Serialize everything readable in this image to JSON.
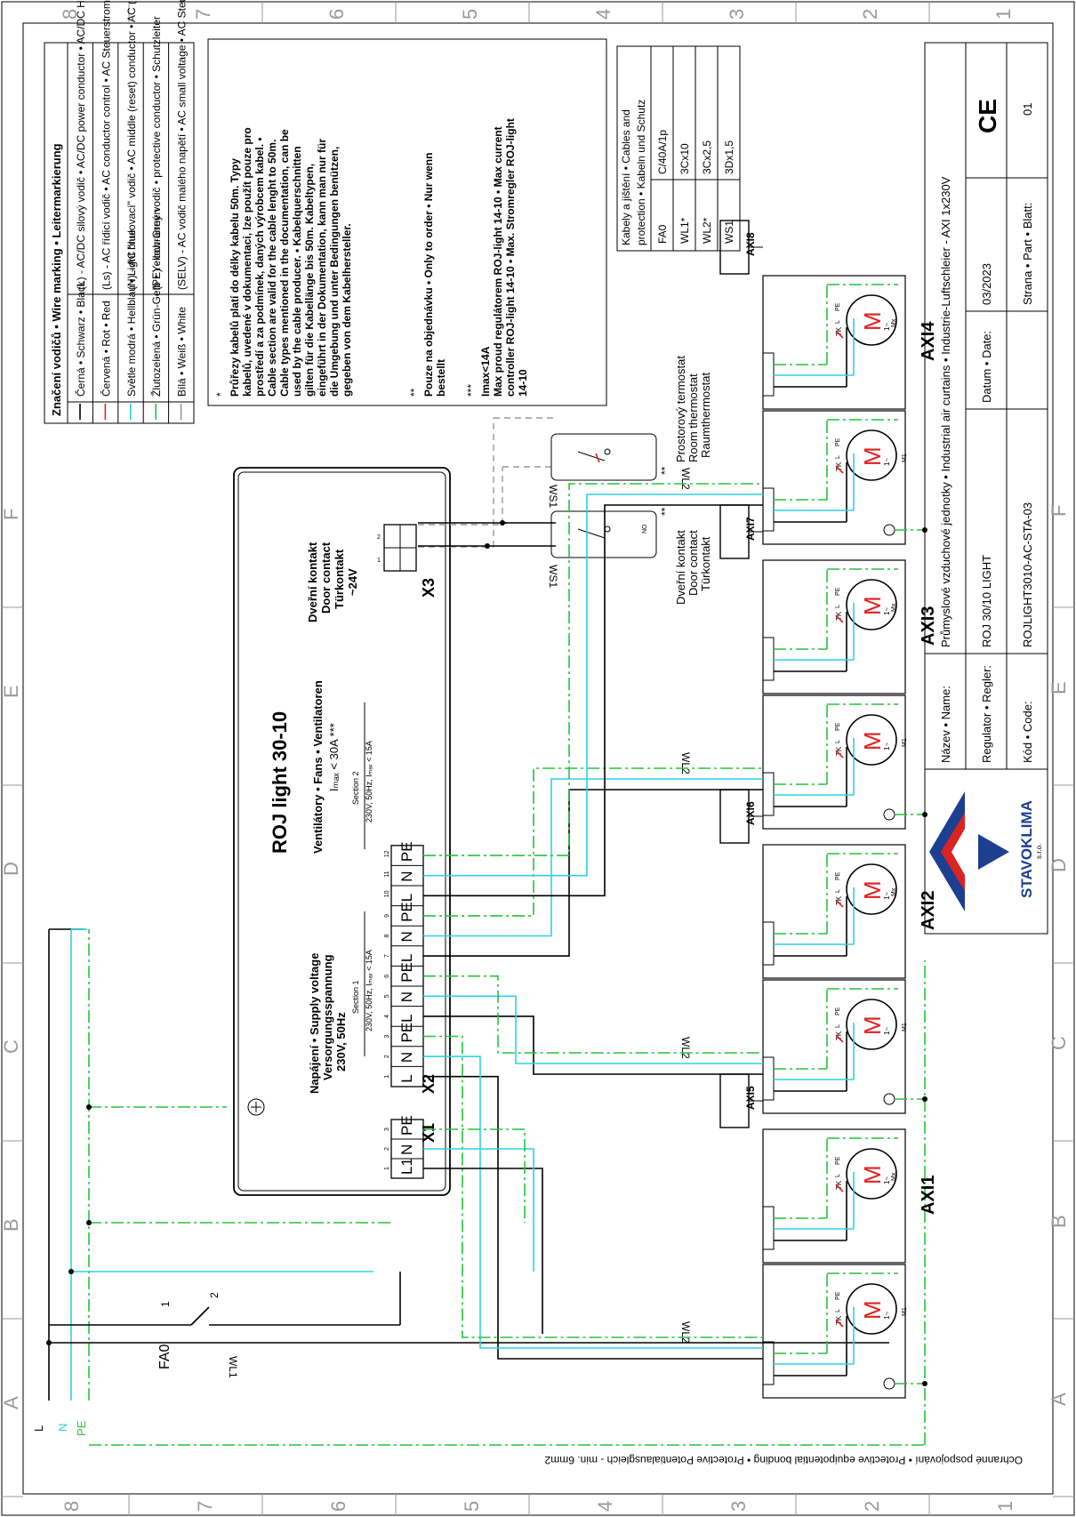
{
  "grid": {
    "columns": [
      "A",
      "B",
      "C",
      "D",
      "E",
      "F"
    ],
    "rows": [
      "1",
      "2",
      "3",
      "4",
      "5",
      "6",
      "7",
      "8"
    ]
  },
  "legend": {
    "title": "Značení vodičů • Wire marking • Leitermarkierung",
    "rows": [
      {
        "color": "#000000",
        "text": "Černá • Schwarz • Black",
        "desc": "(L) - AC/DC silový vodič • AC/DC power conductor • AC/DC Hauptstromkreise"
      },
      {
        "color": "#e02020",
        "text": "Červená • Rot • Red",
        "desc": "(Ls) - AC řídicí vodič • AC conductor control • AC Steuerstromkreise"
      },
      {
        "color": "#2fd0e6",
        "text": "Světle modrá • Hellblau • Light blue",
        "desc": "(N) - AC \"nulovací\" vodič • AC middle (reset) conductor • AC (Nullungs-) Mittelsleiter"
      },
      {
        "color": "#25c43a",
        "text": "Žlutozelená • Grün-Gelb • Yellow-Green",
        "desc": "(PE) - ochranný vodič • protective conductor • Schutzleiter"
      },
      {
        "color": "#999999",
        "text": "Bílá • Weiß • White",
        "desc": "(SELV) - AC vodič malého napětí • AC small voltage • AC Steuerstromkreise"
      }
    ]
  },
  "notes": {
    "star1_mark": "*",
    "star1": [
      "Průřezy kabelů platí do délky kabelu 50m. Typy",
      "kabelů, uvedené v dokumentaci, lze použít pouze pro",
      "prostředí a za podmínek, daných výrobcem kabel. •",
      "Cable section are valid for the cable lenght to 50m.",
      "Cable types mentioned in the documentation, can be",
      "used  by the cable producer. • Kabelquerschnitten",
      "gilten für die Kabellänge bis 50m. Kabeltypen,",
      "eingeführt in der Dokumentation, kann man nur für",
      "die Umgebung und unter Bedingungen benützen,",
      "gegeben von dem Kabelhersteller."
    ],
    "star2_mark": "**",
    "star2": [
      "Pouze na objednávku • Only to order • Nur wenn",
      "bestellt"
    ],
    "star3_mark": "***",
    "star3": [
      "Imax<14A",
      "Max proud regulátorem ROJ-light 14-10 • Max current",
      "controller ROJ-light 14-10 • Max. Stromregler ROJ-light",
      "14-10"
    ]
  },
  "cables": {
    "title": [
      "Kabely a jištění • Cables and",
      "protection • Kabeln und Schutz"
    ],
    "rows": [
      [
        "FA0",
        "C/40A/1p"
      ],
      [
        "WL1*",
        "3Cx10"
      ],
      [
        "WL2*",
        "3Cx2,5"
      ],
      [
        "WS1",
        "3Dx1,5"
      ]
    ]
  },
  "title_block": {
    "name_label": "Název • Name:",
    "name_value": "Průmyslové vzduchové jednotky • Industrial air curtains • Industrie-Luftschleier - AXI  1x230V",
    "reg_label": "Regulator • Regler:",
    "reg_value": "ROJ 30/10 LIGHT",
    "date_label": "Datum • Date:",
    "date_value": "03/2023",
    "code_label": "Kód • Code:",
    "code_value": "ROJLIGHT3010-AC-STA-03",
    "part_label": "Strana • Part • Blatt:",
    "part_value": "01",
    "ce": "CE",
    "logo": "STAVOKLIMA",
    "logo_sub": "s.r.o."
  },
  "controller": {
    "title": "ROJ light 30-10",
    "fans": "Ventilátory • Fans • Ventilatoren",
    "imax": "Iₘₐₓ < 30A ***",
    "section1": "Section 1",
    "section1_spec": "230V, 50Hz, Iₘₐₓ < 15A",
    "section2": "Section 2",
    "section2_spec": "230V, 50Hz, Iₘₐₓ < 15A",
    "supply": [
      "Napájení • Supply voltage",
      "Versorgungsspannung",
      "230V, 50Hz"
    ],
    "door": [
      "Dveřní kontakt",
      "Door contact",
      "Türkontakt",
      "~24V"
    ],
    "x1": "X1",
    "x2": "X2",
    "x3": "X3",
    "x1_terms": [
      "L1",
      "N",
      "PE"
    ],
    "x1_nums": [
      "1",
      "2",
      "3"
    ],
    "x2_terms": [
      "L",
      "N",
      "PE",
      "L",
      "N",
      "PE",
      "L",
      "N",
      "PE",
      "L",
      "N",
      "PE"
    ],
    "x2_nums": [
      "1",
      "2",
      "3",
      "4",
      "5",
      "6",
      "7",
      "8",
      "9",
      "10",
      "11",
      "12"
    ],
    "x3_nums": [
      "1",
      "2"
    ]
  },
  "supply_lines": {
    "L": "L",
    "N": "N",
    "PE": "PE",
    "fa0": "FA0",
    "fa0_1": "1",
    "fa0_2": "2",
    "wl1": "WL1"
  },
  "bonding": "Ochranné pospojování • Protective equipotential bonding • Protective Potentialausgleich - min. 6mm2",
  "units": [
    {
      "name": "AXI1",
      "box": "AXI5"
    },
    {
      "name": "AXI2",
      "box": "AXI6"
    },
    {
      "name": "AXI3",
      "box": "AXI7"
    },
    {
      "name": "AXI4",
      "box": "AXI8"
    }
  ],
  "unit_labels": {
    "wl2": "WL2",
    "tk": "TK",
    "m": "M",
    "m1": "M1",
    "mx": "Mx",
    "tilde": "1~",
    "l": "L",
    "n": "N",
    "pe": "PE"
  },
  "accessories": {
    "ws1": "WS1",
    "stars": "**",
    "no": "NO",
    "door": [
      "Dveřní kontakt",
      "Door contact",
      "Türkontakt"
    ],
    "room": [
      "Prostorový termostat",
      "Room thermostat",
      "Raumthermostat"
    ]
  }
}
